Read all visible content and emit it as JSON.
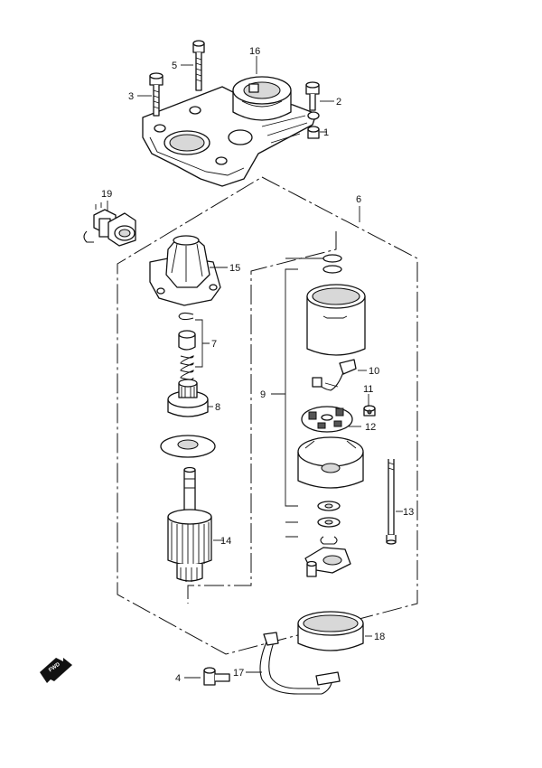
{
  "callouts": {
    "c1": "1",
    "c2": "2",
    "c3": "3",
    "c4": "4",
    "c5": "5",
    "c6": "6",
    "c7": "7",
    "c8": "8",
    "c9": "9",
    "c10": "10",
    "c11": "11",
    "c12": "12",
    "c13": "13",
    "c14": "14",
    "c15": "15",
    "c16": "16",
    "c17": "17",
    "c18": "18",
    "c19": "19"
  },
  "fwd_label": "FWD",
  "colors": {
    "ink": "#111111",
    "shade": "#d8d8d8",
    "background": "#ffffff"
  }
}
